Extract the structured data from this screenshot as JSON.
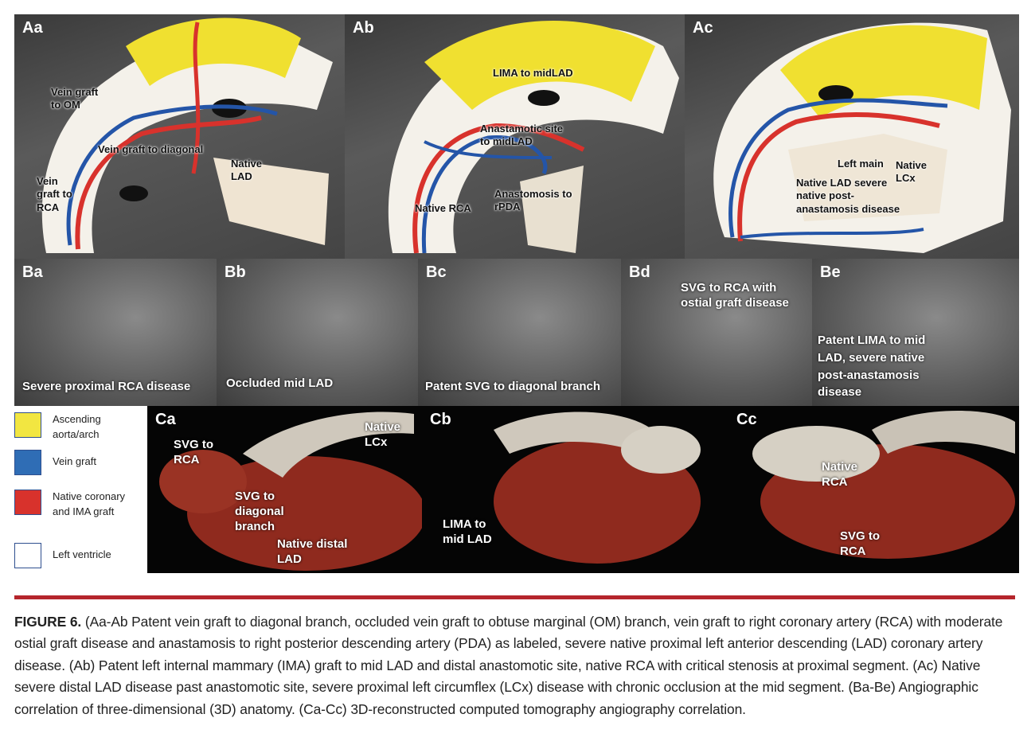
{
  "panels_a": [
    {
      "id": "Aa",
      "annotations": [
        "Vein graft to OM",
        "Vein graft to diagonal",
        "Native LAD",
        "Vein graft to RCA"
      ]
    },
    {
      "id": "Ab",
      "annotations": [
        "LIMA to midLAD",
        "Anastamotic site to midLAD",
        "Native RCA",
        "Anastomosis to rPDA"
      ]
    },
    {
      "id": "Ac",
      "annotations": [
        "Left main",
        "Native LCx",
        "Native LAD severe native post-anastamosis disease"
      ]
    }
  ],
  "panels_b": [
    {
      "id": "Ba",
      "caption": "Severe proximal RCA disease"
    },
    {
      "id": "Bb",
      "caption": "Occluded mid LAD"
    },
    {
      "id": "Bc",
      "caption": "Patent SVG to diagonal branch"
    },
    {
      "id": "Bd",
      "caption": "SVG to RCA with ostial graft disease"
    },
    {
      "id": "Be",
      "caption": "Patent LIMA to mid LAD, severe native post-anastamosis disease"
    }
  ],
  "panels_c": [
    {
      "id": "Ca",
      "annotations": [
        "SVG to RCA",
        "Native LCx",
        "SVG to diagonal branch",
        "Native distal LAD"
      ]
    },
    {
      "id": "Cb",
      "annotations": [
        "LIMA to mid LAD"
      ]
    },
    {
      "id": "Cc",
      "annotations": [
        "Native RCA",
        "SVG to RCA"
      ]
    }
  ],
  "legend": [
    {
      "label": "Ascending aorta/arch",
      "color": "#f2e641"
    },
    {
      "label": "Vein graft",
      "color": "#2f6db5"
    },
    {
      "label": "Native coronary and IMA graft",
      "color": "#d8322c"
    },
    {
      "label": "Left ventricle",
      "color": "#ffffff"
    }
  ],
  "caption": {
    "label": "FIGURE 6.",
    "text": "(Aa-Ab Patent vein graft to diagonal branch, occluded vein graft to obtuse marginal (OM) branch, vein graft to right coronary artery (RCA) with moderate ostial graft disease and anastamosis to right posterior descending artery (PDA) as labeled, severe native proximal left anterior descending (LAD) coronary artery disease. (Ab) Patent left internal mammary (IMA) graft to mid LAD and distal anastomotic site, native RCA with critical stenosis at proximal segment. (Ac) Native severe distal LAD disease past anastomotic site, severe proximal left circumflex (LCx) disease with chronic occlusion at the mid segment. (Ba-Be) Angiographic correlation of three-dimensional (3D) anatomy. (Ca-Cc) 3D-reconstructed computed tomography angiography correlation."
  }
}
